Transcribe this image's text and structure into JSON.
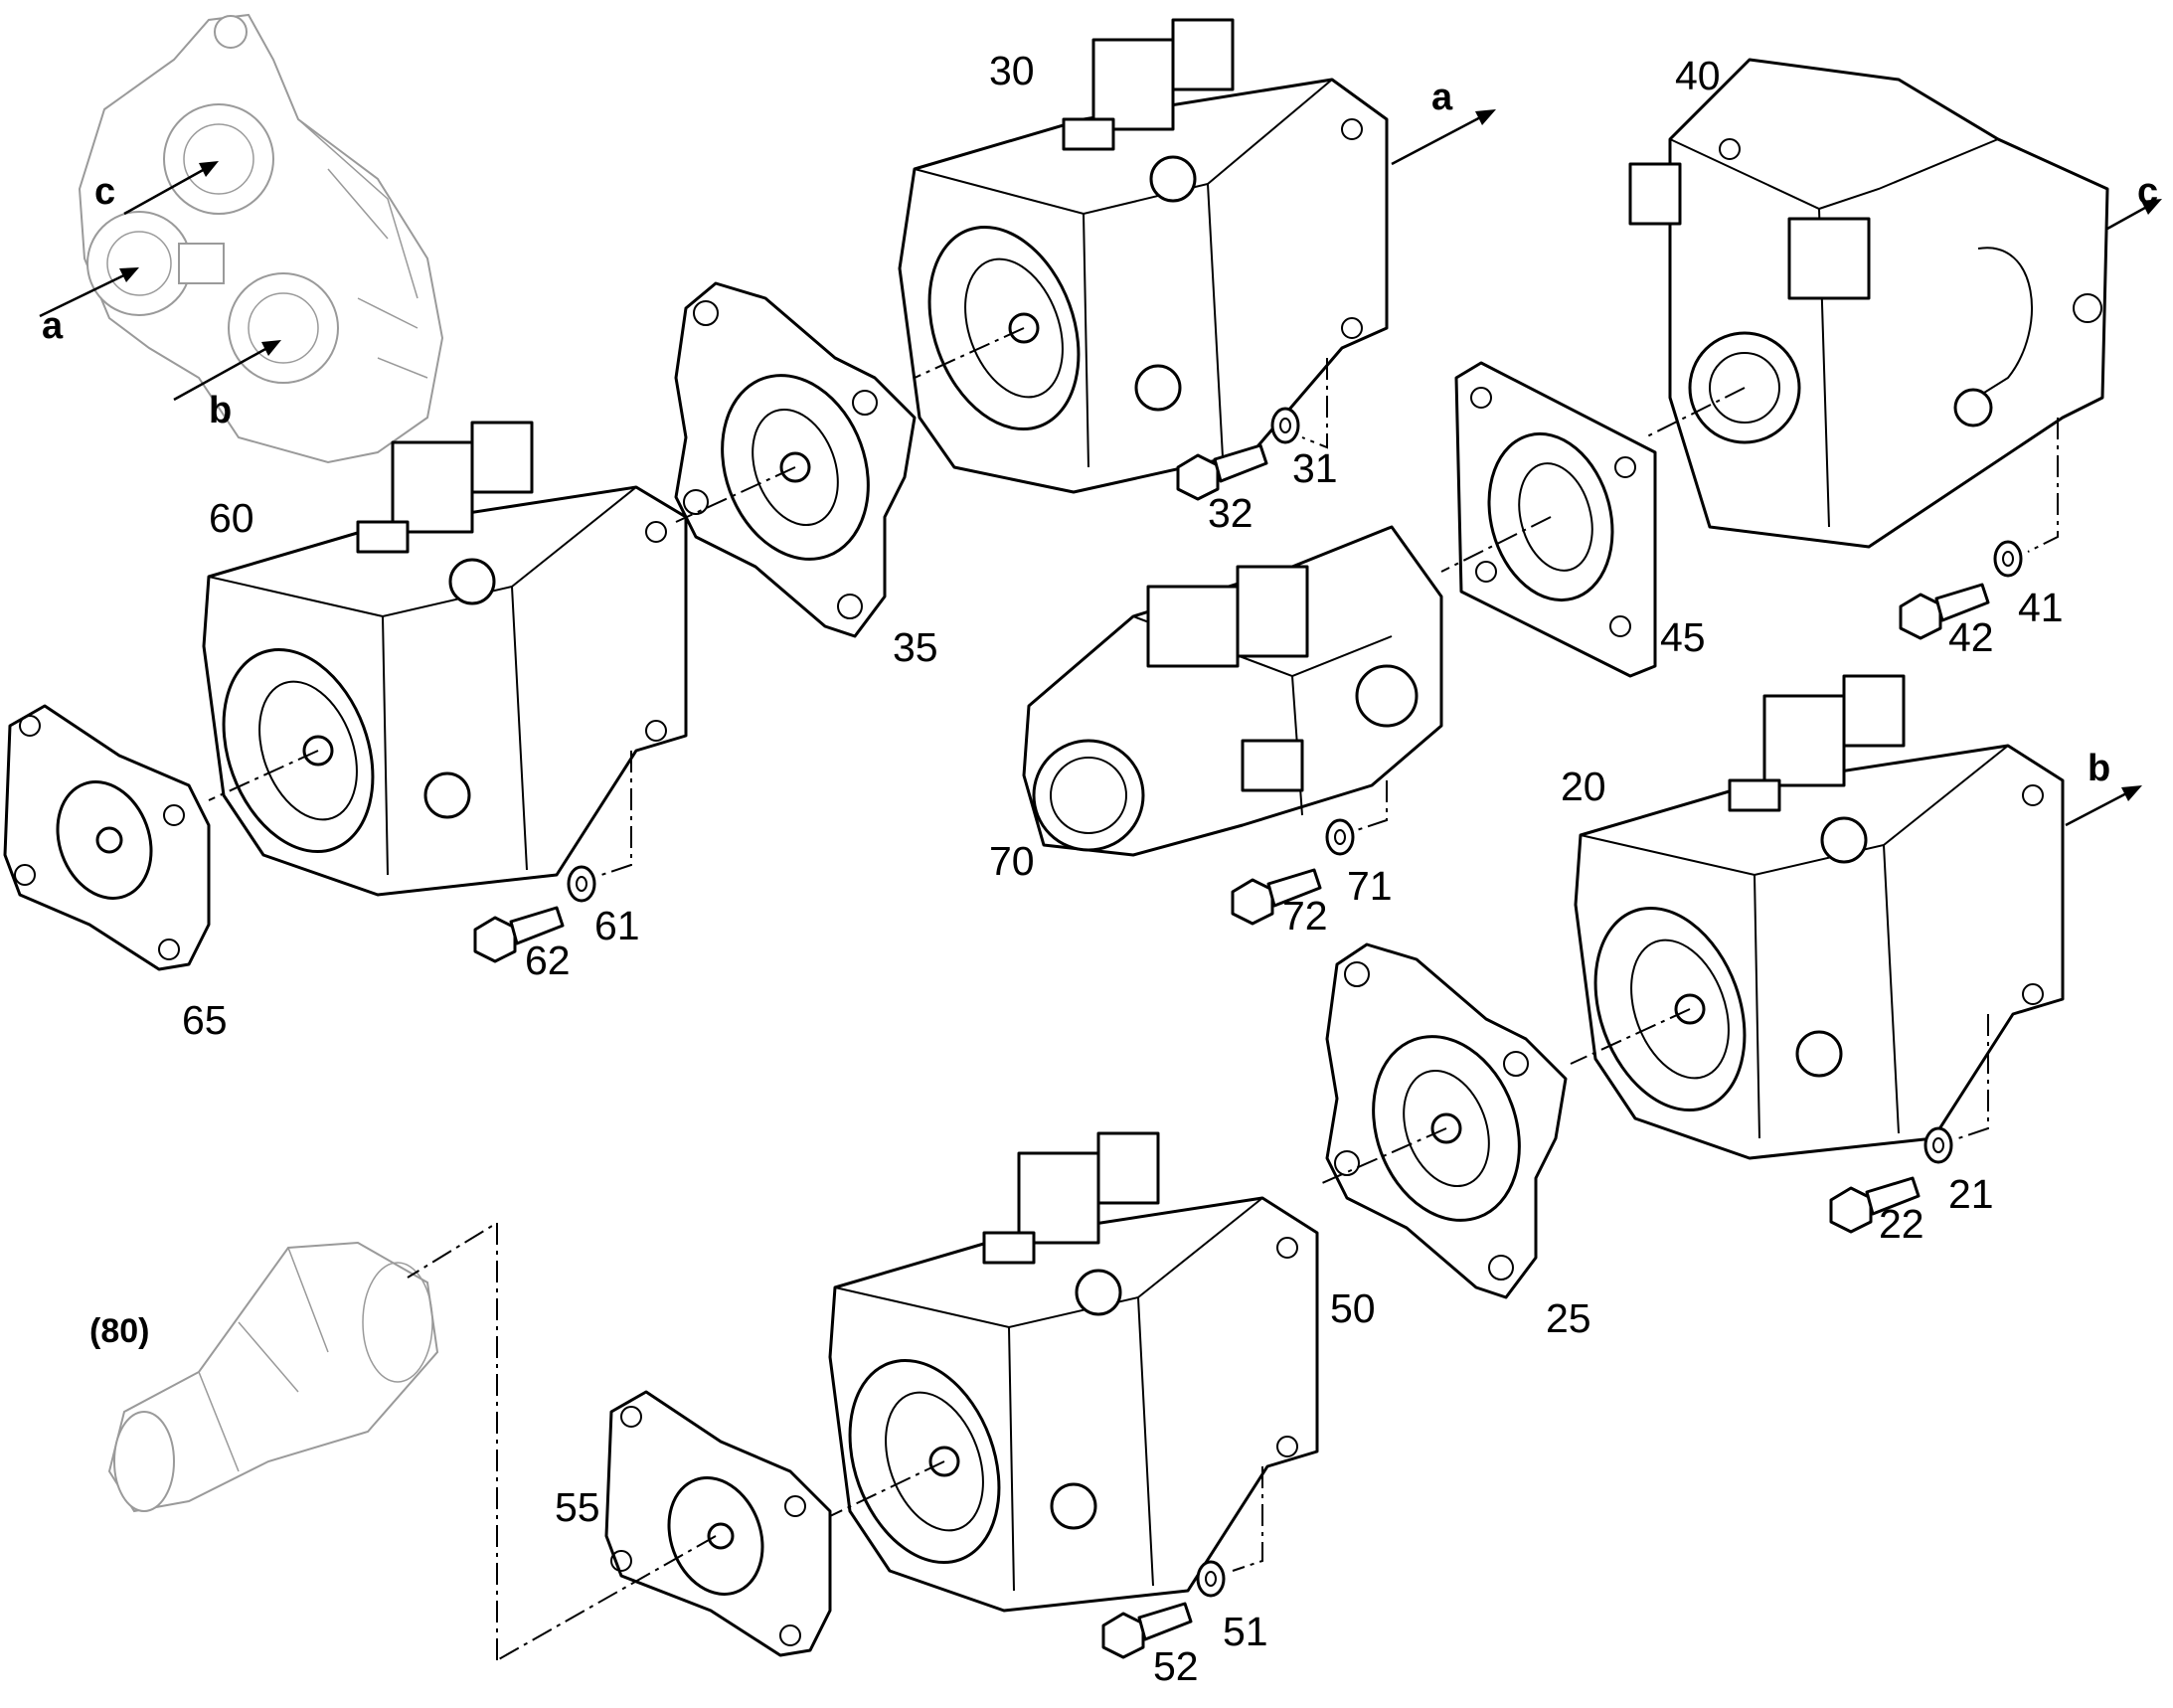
{
  "diagram": {
    "part_labels": {
      "p20": "20",
      "p21": "21",
      "p22": "22",
      "p25": "25",
      "p30": "30",
      "p31": "31",
      "p32": "32",
      "p35": "35",
      "p40": "40",
      "p41": "41",
      "p42": "42",
      "p45": "45",
      "p50": "50",
      "p51": "51",
      "p52": "52",
      "p55": "55",
      "p60": "60",
      "p61": "61",
      "p62": "62",
      "p65": "65",
      "p70": "70",
      "p71": "71",
      "p72": "72",
      "p80": "(80)"
    },
    "direction_labels": {
      "a": "a",
      "b": "b",
      "c": "c",
      "ref_a": "a",
      "ref_b": "b",
      "ref_c": "c"
    },
    "colors": {
      "line": "#000000",
      "ghost": "#9a9a9a",
      "background": "#ffffff"
    }
  }
}
